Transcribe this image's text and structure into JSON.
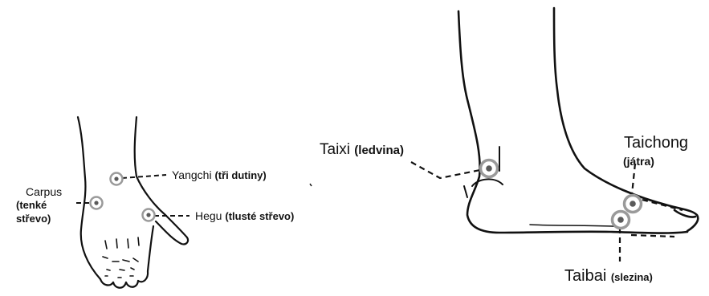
{
  "colors": {
    "ink": "#111111",
    "point_ring": "#9a9a9a",
    "point_center": "#5a5a5a",
    "background": "#ffffff"
  },
  "points": {
    "yangchi": {
      "name": "Yangchi",
      "organ": "(tři dutiny)"
    },
    "hegu": {
      "name": "Hegu",
      "organ": "(tlusté střevo)"
    },
    "carpus": {
      "name": "Carpus",
      "organ_line1": "(tenké",
      "organ_line2": "střevo)"
    },
    "taixi": {
      "name": "Taixi",
      "organ": "(ledvina)"
    },
    "taichong": {
      "name": "Taichong",
      "organ": "(játra)"
    },
    "taibai": {
      "name": "Taibai",
      "organ": "(slezina)"
    }
  }
}
